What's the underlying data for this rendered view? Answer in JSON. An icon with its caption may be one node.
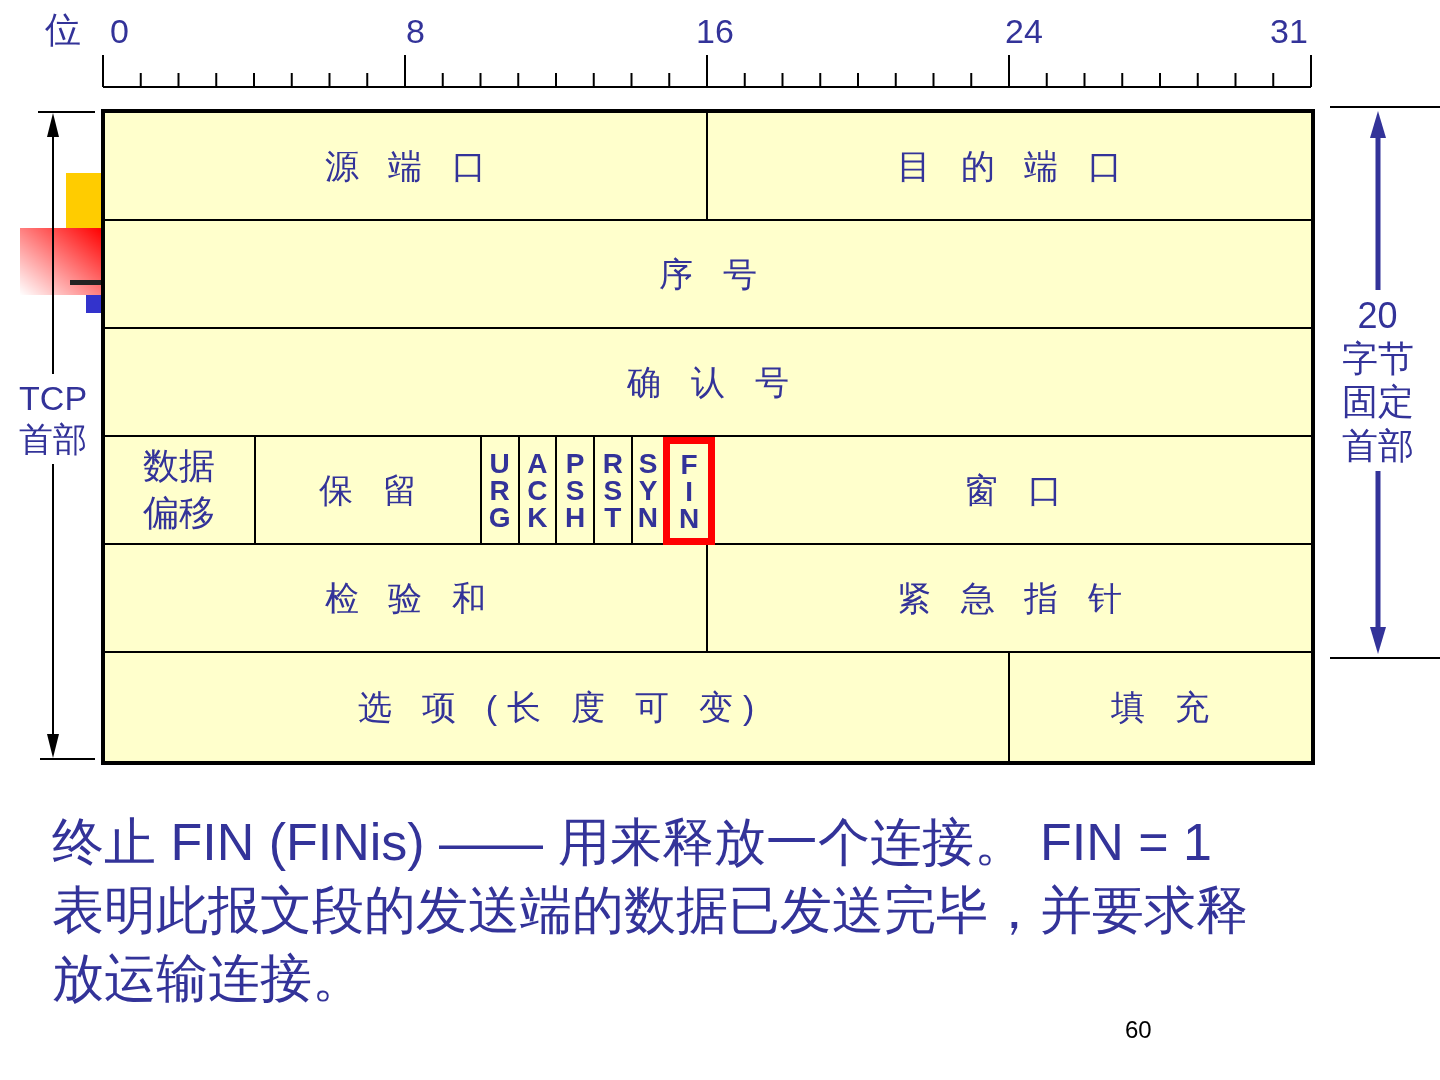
{
  "diagram": {
    "nodes": [
      {
        "text": [
          "源 端 口"
        ]
      },
      {
        "text": [
          "目 的 端 口"
        ]
      },
      {
        "text": [
          "序 号"
        ]
      },
      {
        "text": [
          "确 认 号"
        ]
      },
      {
        "text": [
          "数据偏移"
        ]
      },
      {
        "text": [
          "保 留"
        ]
      },
      {
        "text": [
          "URG"
        ]
      },
      {
        "text": [
          "ACK"
        ]
      },
      {
        "text": [
          "PSH"
        ]
      },
      {
        "text": [
          "RST"
        ]
      },
      {
        "text": [
          "SYN"
        ]
      },
      {
        "text": [
          "FIN"
        ]
      },
      {
        "text": [
          "窗 口"
        ]
      },
      {
        "text": [
          "检 验 和"
        ]
      },
      {
        "text": [
          "紧 急 指 针"
        ]
      },
      {
        "text": [
          "选 项 (长 度 可 变)"
        ]
      },
      {
        "text": [
          "填 充"
        ]
      }
    ],
    "labels": [
      "位",
      "0",
      "8",
      "16",
      "24",
      "31",
      "TCP 首部",
      "20 字节固定首部",
      "终止 FIN (FINis) —— 用来释放一个连接。 FIN = 1 表明此报文段的发送端的数据已发送完毕，并要求释放运输连接。",
      "60"
    ]
  }
}
